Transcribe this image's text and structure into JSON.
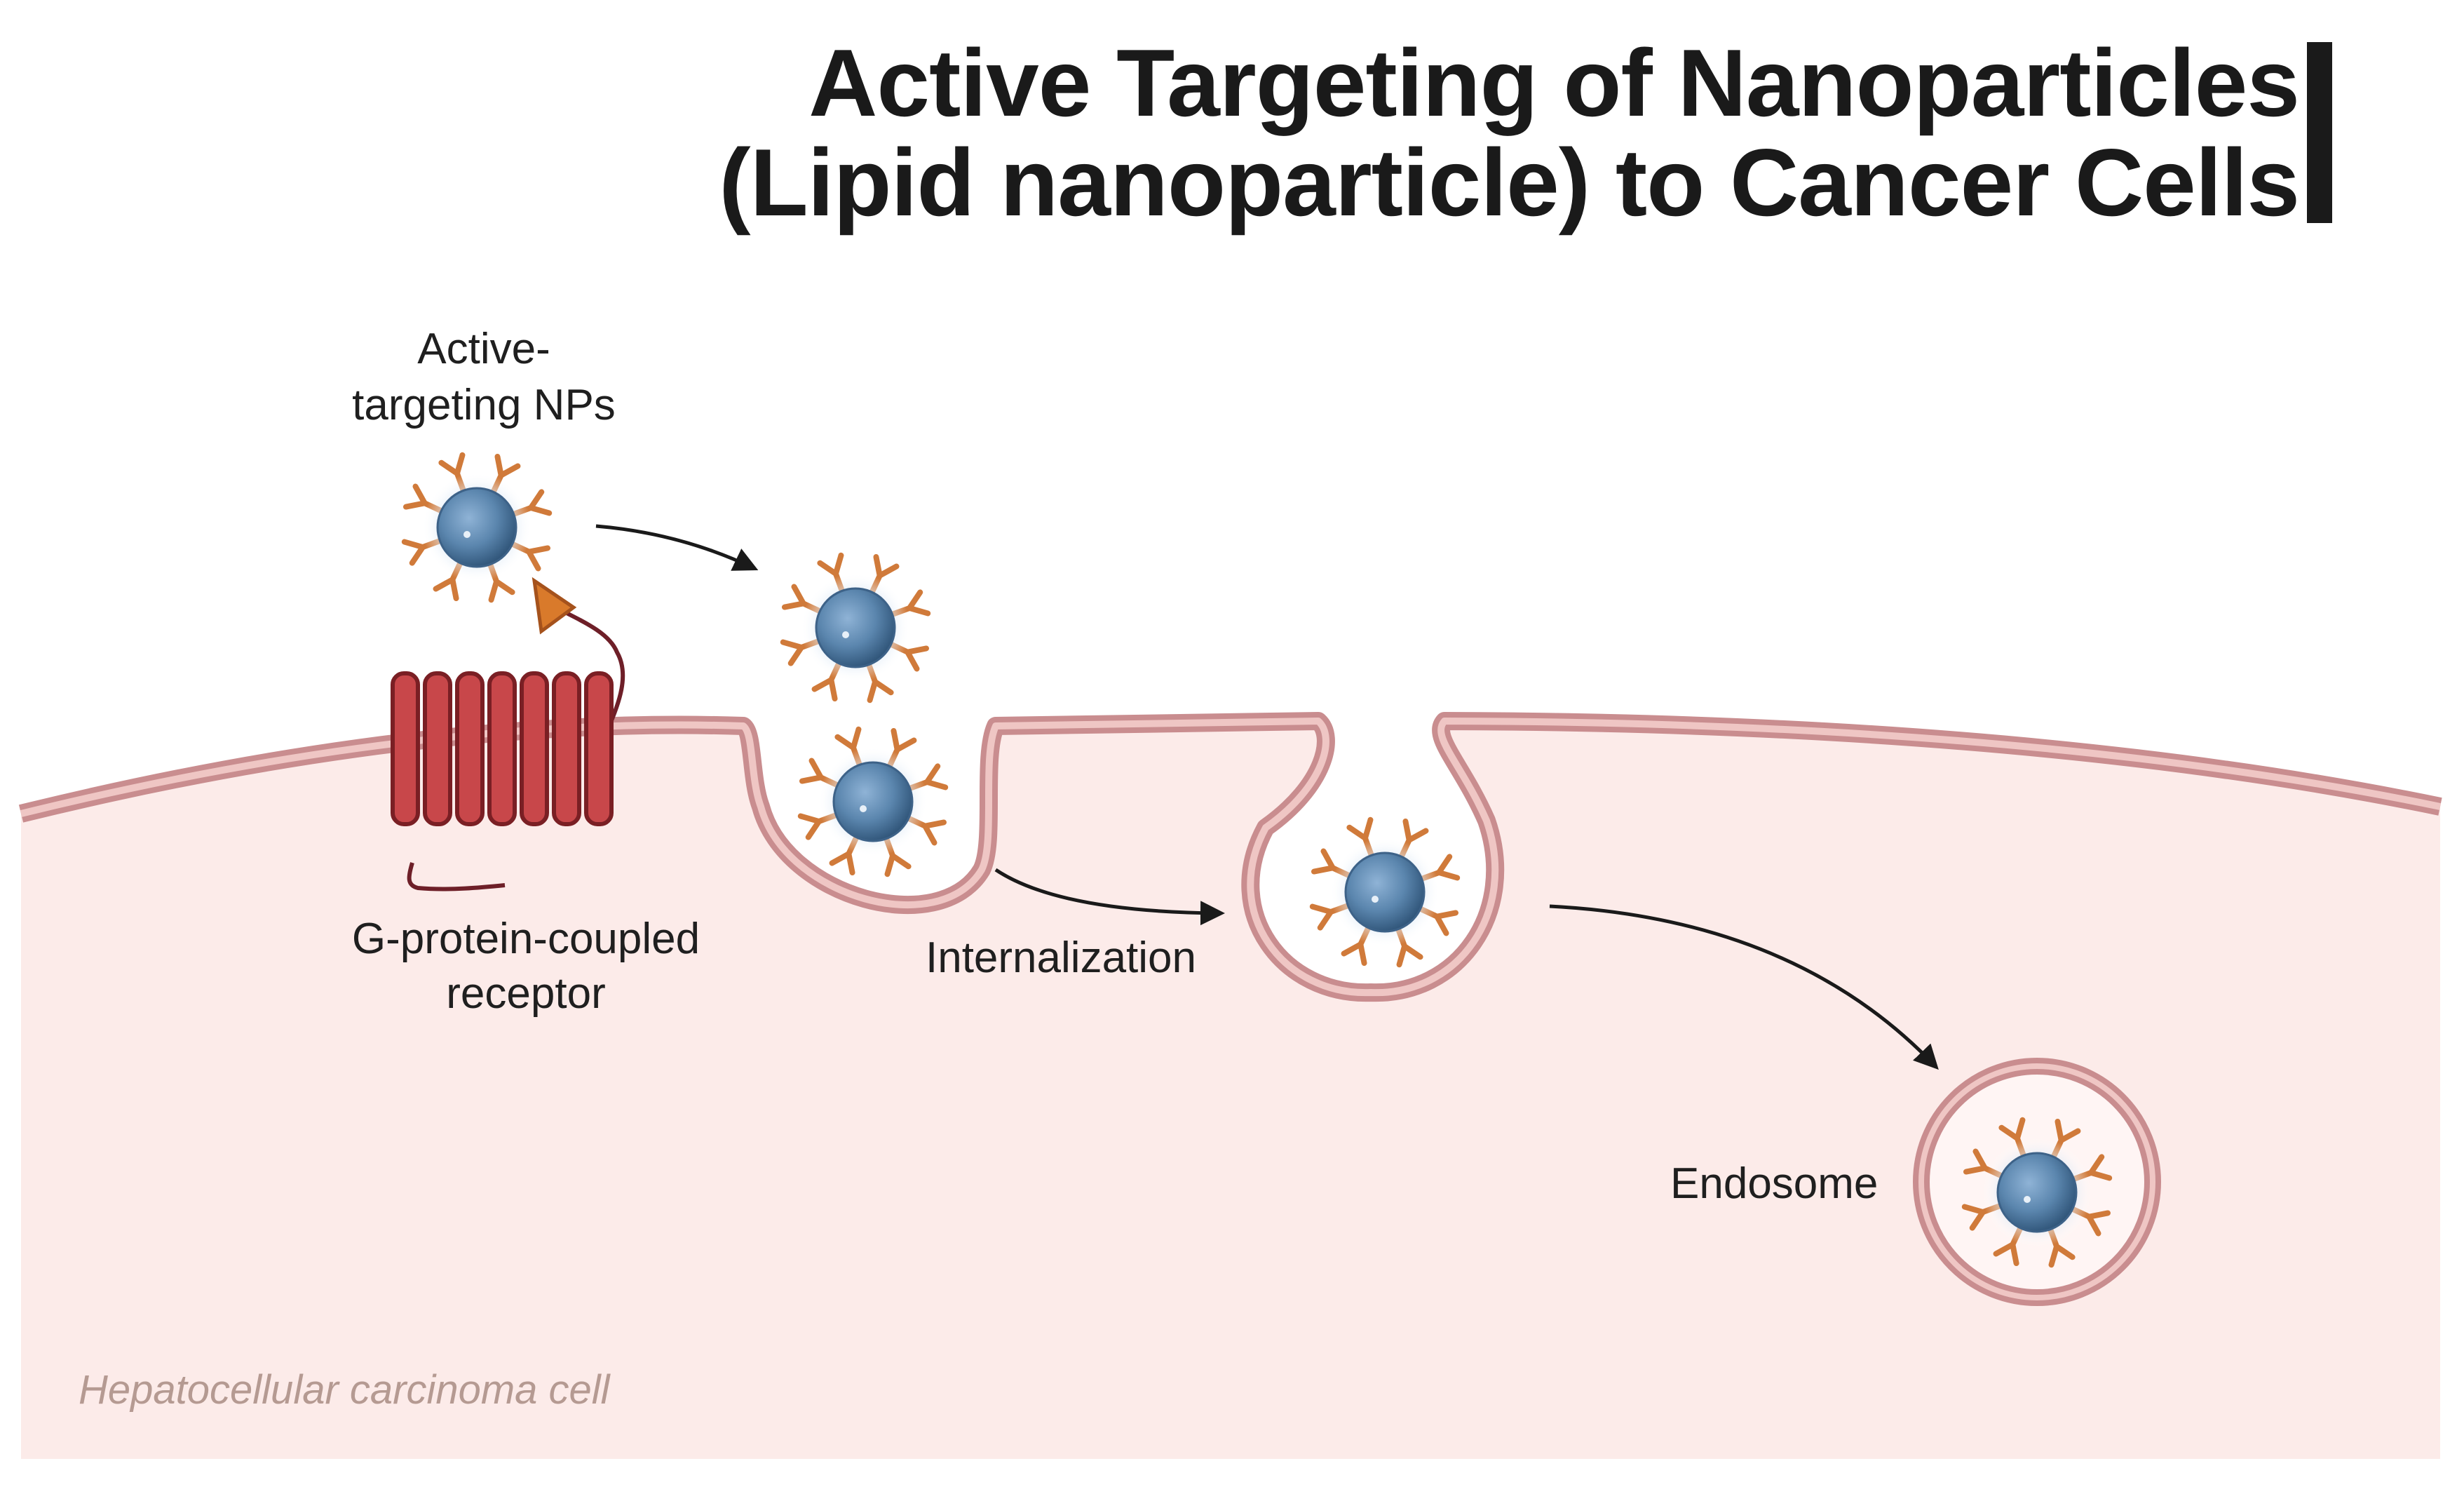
{
  "title": {
    "line1": "Active Targeting of Nanoparticles",
    "line2": "(Lipid nanoparticle) to Cancer Cells"
  },
  "labels": {
    "nanoparticles_line1": "Active-",
    "nanoparticles_line2": "targeting NPs",
    "receptor_line1": "G-protein-coupled",
    "receptor_line2": "receptor",
    "internalization": "Internalization",
    "endosome": "Endosome",
    "cell": "Hepatocellular carcinoma cell"
  },
  "colors": {
    "cytoplasm": "#fcebe9",
    "membrane": "#c98d8f",
    "receptor": "#c8474a",
    "ligand": "#d97a2b",
    "nanoparticle_core": "#5b86ae",
    "antibody": "#d07a3a",
    "arrow": "#1a1a1a"
  }
}
